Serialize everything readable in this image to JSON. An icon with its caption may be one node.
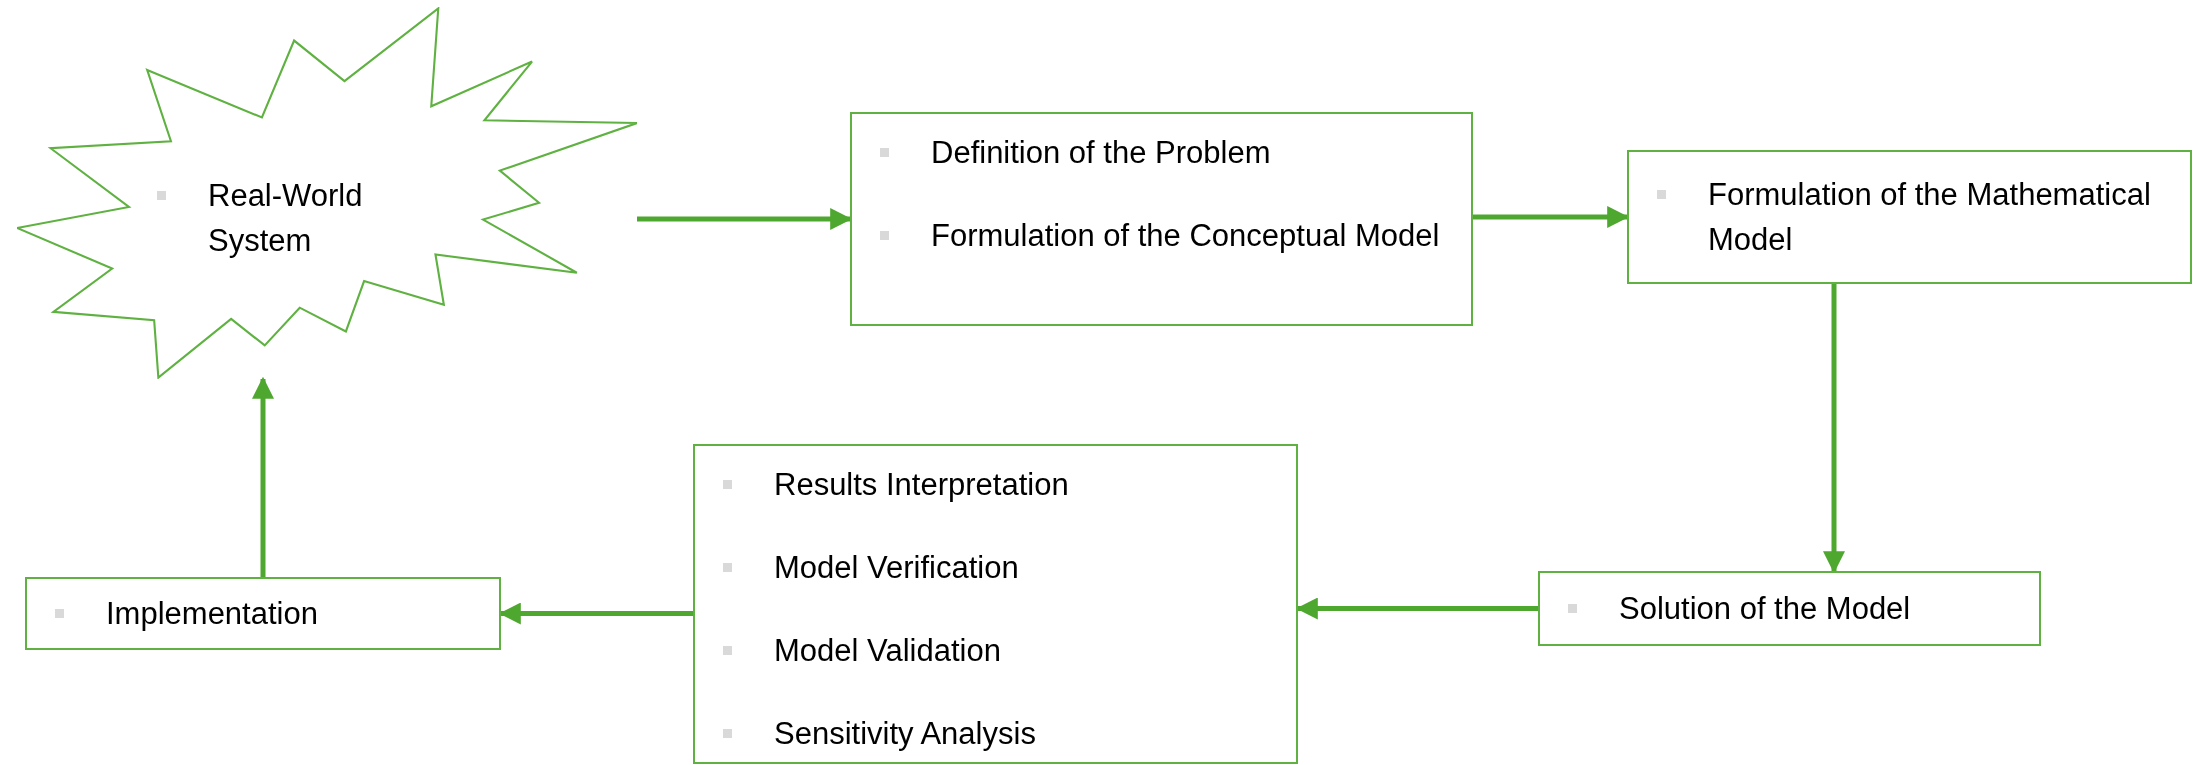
{
  "diagram": {
    "nodes": [
      {
        "text": [
          "Real-World System"
        ]
      },
      {
        "text": [
          "Definition of the Problem",
          "Formulation of the Conceptual Model"
        ]
      },
      {
        "text": [
          "Formulation of the Mathematical Model"
        ]
      },
      {
        "text": [
          "Solution of the Model"
        ]
      },
      {
        "text": [
          "Results Interpretation",
          "Model Verification",
          "Model Validation",
          "Sensitivity Analysis"
        ]
      },
      {
        "text": [
          "Implementation"
        ]
      }
    ],
    "edges": [
      {
        "from": 0,
        "to": 1,
        "arrow": "to"
      },
      {
        "from": 1,
        "to": 2,
        "arrow": "to"
      },
      {
        "from": 2,
        "to": 3,
        "arrow": "to"
      },
      {
        "from": 3,
        "to": 4,
        "arrow": "to"
      },
      {
        "from": 4,
        "to": 5,
        "arrow": "to"
      },
      {
        "from": 5,
        "to": 0,
        "arrow": "to"
      }
    ]
  }
}
